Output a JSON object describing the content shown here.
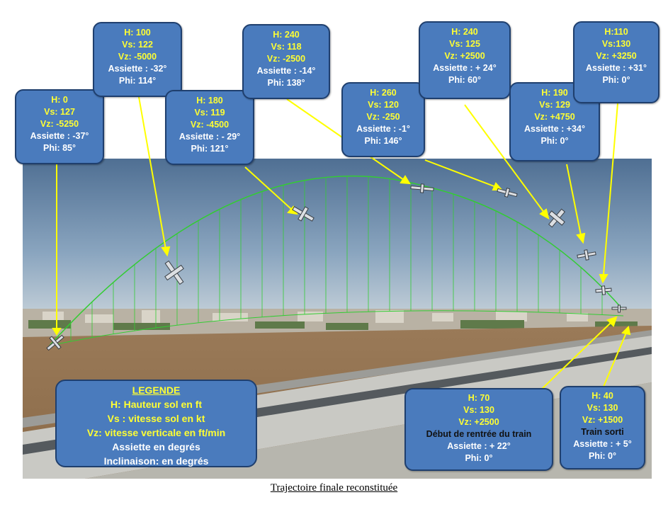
{
  "boxes": [
    {
      "id": "h0",
      "h": "H: 0",
      "vs": "Vs: 127",
      "vz": "Vz: -5250",
      "extra": "",
      "assiette": "Assiette : -37°",
      "phi": "Phi: 85°"
    },
    {
      "id": "h100",
      "h": "H: 100",
      "vs": "Vs: 122",
      "vz": "Vz: -5000",
      "extra": "",
      "assiette": "Assiette : -32°",
      "phi": "Phi: 114°"
    },
    {
      "id": "h180",
      "h": "H: 180",
      "vs": "Vs: 119",
      "vz": "Vz: -4500",
      "extra": "",
      "assiette": "Assiette : - 29°",
      "phi": "Phi: 121°"
    },
    {
      "id": "h240a",
      "h": "H: 240",
      "vs": "Vs: 118",
      "vz": "Vz: -2500",
      "extra": "",
      "assiette": "Assiette : -14°",
      "phi": "Phi: 138°"
    },
    {
      "id": "h260",
      "h": "H: 260",
      "vs": "Vs: 120",
      "vz": "Vz: -250",
      "extra": "",
      "assiette": "Assiette : -1°",
      "phi": "Phi: 146°"
    },
    {
      "id": "h240b",
      "h": "H: 240",
      "vs": "Vs: 125",
      "vz": "Vz: +2500",
      "extra": "",
      "assiette": "Assiette : + 24°",
      "phi": "Phi: 60°"
    },
    {
      "id": "h190",
      "h": "H: 190",
      "vs": "Vs: 129",
      "vz": "Vz: +4750",
      "extra": "",
      "assiette": "Assiette : +34°",
      "phi": "Phi: 0°"
    },
    {
      "id": "h110",
      "h": "H:110",
      "vs": "Vs:130",
      "vz": "Vz: +3250",
      "extra": "",
      "assiette": "Assiette : +31°",
      "phi": "Phi: 0°"
    },
    {
      "id": "h70",
      "h": "H: 70",
      "vs": "Vs: 130",
      "vz": "Vz: +2500",
      "extra": "Début de rentrée du train",
      "assiette": "Assiette : + 22°",
      "phi": "Phi: 0°"
    },
    {
      "id": "h40",
      "h": "H: 40",
      "vs": "Vs: 130",
      "vz": "Vz: +1500",
      "extra": "Train sorti",
      "assiette": "Assiette : + 5°",
      "phi": "Phi: 0°"
    }
  ],
  "legend": {
    "title": "LEGENDE",
    "l1": "H: Hauteur sol en ft",
    "l2": "Vs : vitesse sol en kt",
    "l3": "Vz: vitesse verticale en ft/min",
    "l4": "Assiette en degrés",
    "l5": "Inclinaison: en degrés"
  },
  "caption": "Trajectoire finale reconstituée",
  "colors": {
    "box_fill": "#4a7bbd",
    "box_border": "#1f3f6e",
    "label_yellow": "#ffff33",
    "trajectory_green": "#33cc33",
    "pointer_yellow": "#ffff00"
  }
}
